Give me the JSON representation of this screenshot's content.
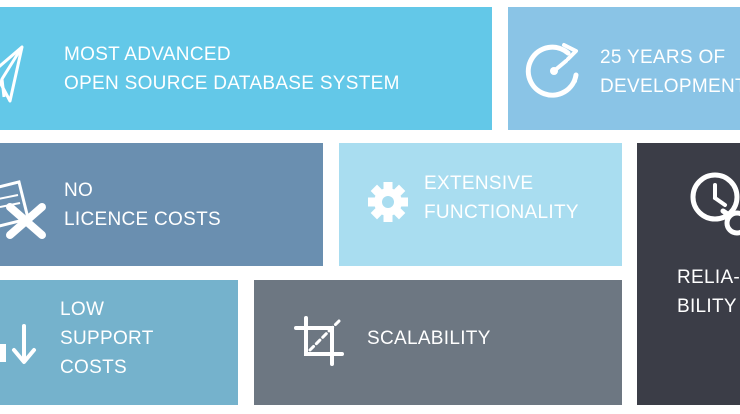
{
  "colors": {
    "background": "#ffffff",
    "tile_advanced": "#63c8e8",
    "tile_years": "#8ac4e6",
    "tile_licence": "#6a8fb0",
    "tile_functionality": "#a9ddf0",
    "tile_reliability": "#3b3d47",
    "tile_support": "#75b2cc",
    "tile_scalability": "#6d7782"
  },
  "tiles": {
    "advanced": {
      "icon": "paper-plane-icon",
      "label": "MOST ADVANCED\nOPEN SOURCE DATABASE SYSTEM"
    },
    "years": {
      "icon": "speedometer-icon",
      "label": "25 YEARS OF\nDEVELOPMENT"
    },
    "licence": {
      "icon": "no-licence-icon",
      "label": "NO\nLICENCE COSTS"
    },
    "functionality": {
      "icon": "gear-icon",
      "label": "EXTENSIVE\nFUNCTIONALITY"
    },
    "reliability": {
      "icon": "clock-search-icon",
      "label": "RELIA-\nBILITY"
    },
    "support": {
      "icon": "down-arrow-icon",
      "label": "LOW\nSUPPORT\nCOSTS"
    },
    "scalability": {
      "icon": "crop-icon",
      "label": "SCALABILITY"
    }
  }
}
